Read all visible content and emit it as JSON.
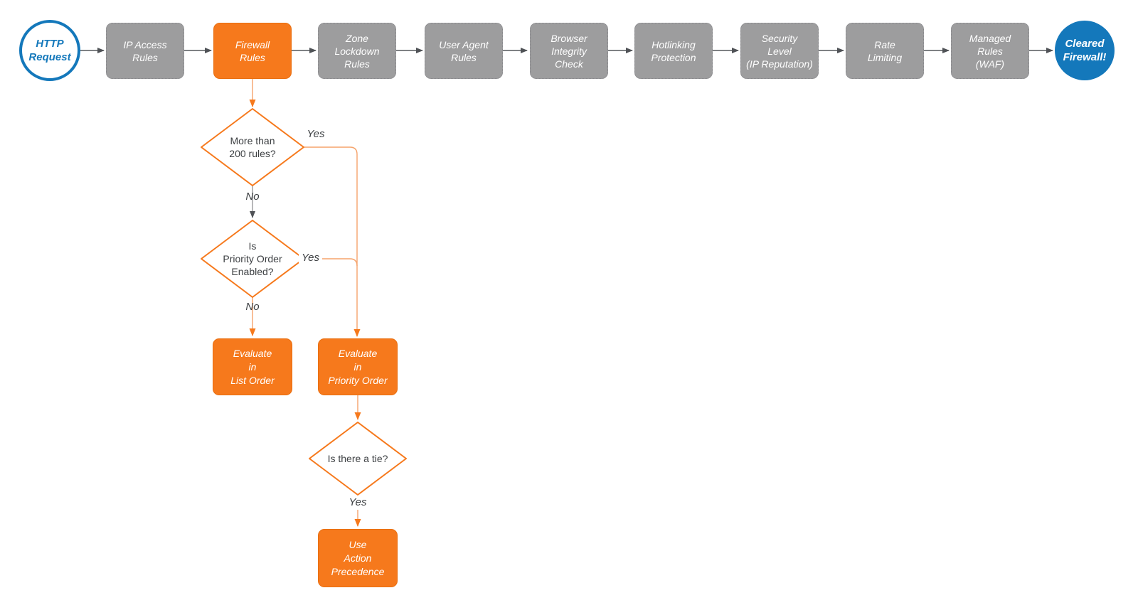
{
  "flow": {
    "start_label": "HTTP\nRequest",
    "stages": [
      {
        "label": "IP Access\nRules"
      },
      {
        "label": "Firewall\nRules"
      },
      {
        "label": "Zone\nLockdown\nRules"
      },
      {
        "label": "User Agent\nRules"
      },
      {
        "label": "Browser\nIntegrity\nCheck"
      },
      {
        "label": "Hotlinking\nProtection"
      },
      {
        "label": "Security\nLevel\n(IP Reputation)"
      },
      {
        "label": "Rate\nLimiting"
      },
      {
        "label": "Managed\nRules\n(WAF)"
      }
    ],
    "end_label": "Cleared\nFirewall!"
  },
  "branch": {
    "decision_rules_count": {
      "question": "More than\n200 rules?",
      "yes": "Yes",
      "no": "No"
    },
    "decision_priority_enabled": {
      "question": "Is\nPriority Order\nEnabled?",
      "yes": "Yes",
      "no": "No"
    },
    "decision_tie": {
      "question": "Is there a tie?",
      "yes": "Yes"
    },
    "action_list_order": {
      "label": "Evaluate\nin\nList Order"
    },
    "action_priority_order": {
      "label": "Evaluate\nin\nPriority Order"
    },
    "action_precedence": {
      "label": "Use\nAction\nPrecedence"
    }
  },
  "colors": {
    "accent_orange": "#f6791c",
    "connector_orange_light": "#f5a36b",
    "node_gray": "#9d9d9e",
    "arrow_dark_gray": "#55585c",
    "brand_blue": "#1478bb",
    "text_dark": "#3c3f42",
    "text_white": "#ffffff",
    "background": "#ffffff"
  }
}
